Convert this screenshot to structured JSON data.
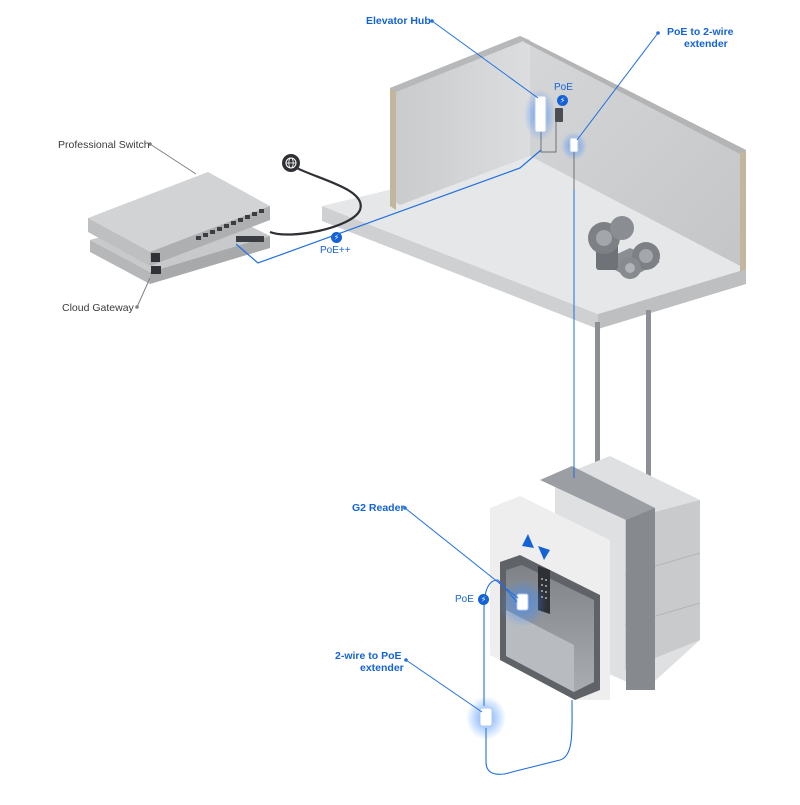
{
  "labels": {
    "elevator_hub": "Elevator Hub",
    "poe_to_2wire_line1": "PoE to 2-wire",
    "poe_to_2wire_line2": "extender",
    "professional_switch": "Professional Switch",
    "cloud_gateway": "Cloud Gateway",
    "g2_reader": "G2 Reader",
    "wire2_to_poe_line1": "2-wire to PoE",
    "wire2_to_poe_line2": "extender"
  },
  "tags": {
    "poe_top": "PoE",
    "poe_plus": "PoE++",
    "poe_car": "PoE"
  },
  "icons": {
    "internet": "globe-icon",
    "power": "lightning-bolt-icon",
    "elevator_up": "triangle-up-icon",
    "elevator_down": "triangle-down-icon"
  },
  "colors": {
    "accent": "#1463d6",
    "label_dark": "#3a3a3a",
    "concrete": "#d9dadb",
    "floor": "#e4e5e6"
  }
}
